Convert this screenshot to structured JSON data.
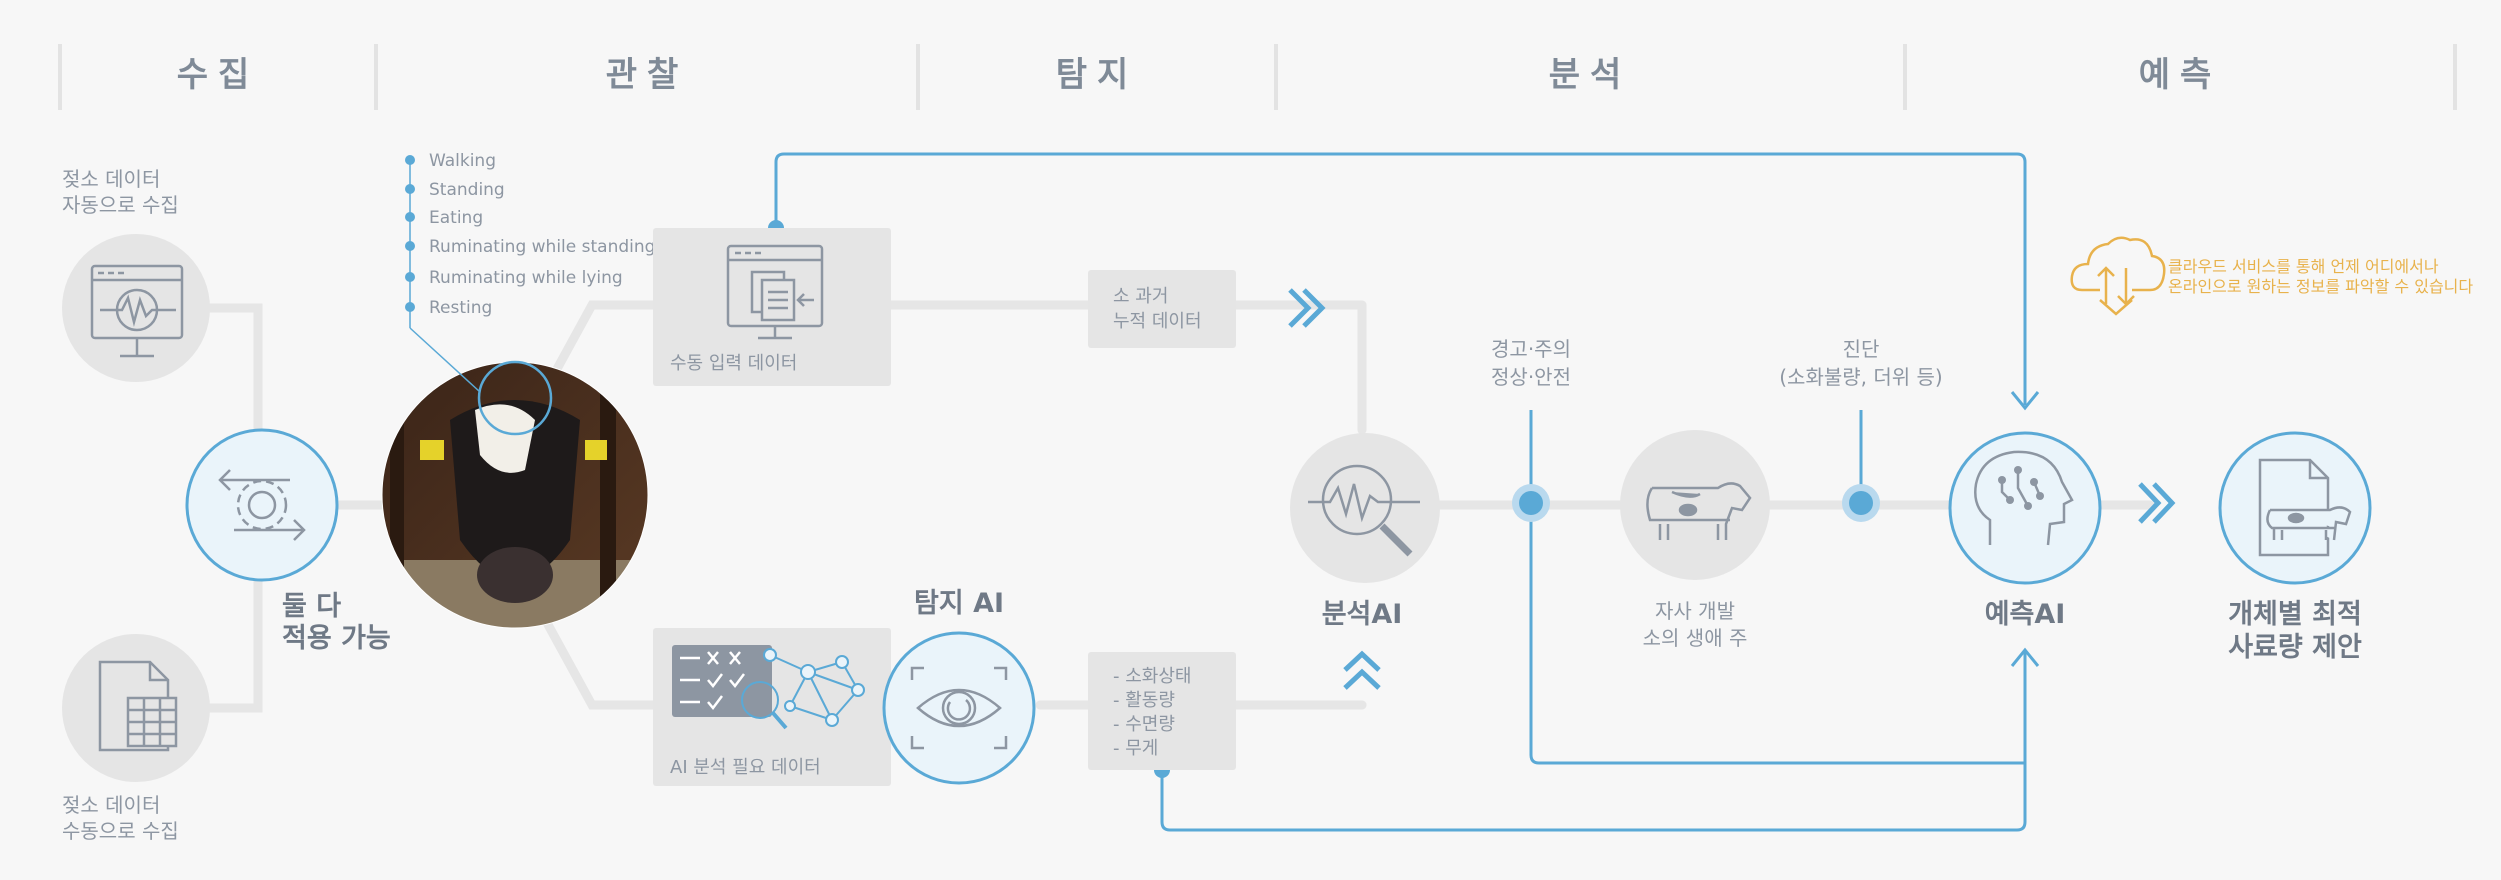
{
  "stages": [
    "수집",
    "관찰",
    "탐지",
    "분석",
    "예측"
  ],
  "collect": {
    "auto_label_1": "젖소 데이터",
    "auto_label_2": "자동으로 수집",
    "manual_label_1": "젖소 데이터",
    "manual_label_2": "수동으로 수집",
    "both_label_1": "둘 다",
    "both_label_2": "적용 가능"
  },
  "behaviors": [
    "Walking",
    "Standing",
    "Eating",
    "Ruminating while standing",
    "Ruminating while lying",
    "Resting"
  ],
  "observe": {
    "manual_input": "수동 입력 데이터",
    "ai_analysis": "AI 분석 필요 데이터"
  },
  "detect": {
    "detect_ai": "탐지 AI",
    "history_1": "소 과거",
    "history_2": "누적 데이터",
    "items": [
      "- 소화상태",
      "- 활동량",
      "- 수면량",
      "- 무게"
    ]
  },
  "analyze": {
    "analysis_ai": "분석AI",
    "warn_1": "경고·주의",
    "warn_2": "정상·안전",
    "cow_1": "자사 개발",
    "cow_2": "소의 생애 주",
    "diag_1": "진단",
    "diag_2": "(소화불량, 더위 등)"
  },
  "predict": {
    "predict_ai": "예측AI",
    "result_1": "개체별 최적",
    "result_2": "사료량 제안",
    "cloud_1": "클라우드 서비스를 통해 언제 어디에서나",
    "cloud_2": "온라인으로 원하는 정보를 파악할 수 있습니다"
  },
  "colors": {
    "accent_blue": "#5aa9d6",
    "line_grey": "#e6e6e6",
    "circle_grey": "#e5e5e5",
    "text_grey": "#8d96a2",
    "cloud_yellow": "#e8b24c"
  },
  "icons": [
    "monitor-sync-icon",
    "spreadsheet-icon",
    "gear-cycle-icon",
    "monitor-docs-icon",
    "checklist-network-icon",
    "eye-scan-icon",
    "magnifier-wave-icon",
    "cow-icon",
    "ai-head-icon",
    "document-cow-icon",
    "cloud-updown-icon"
  ]
}
